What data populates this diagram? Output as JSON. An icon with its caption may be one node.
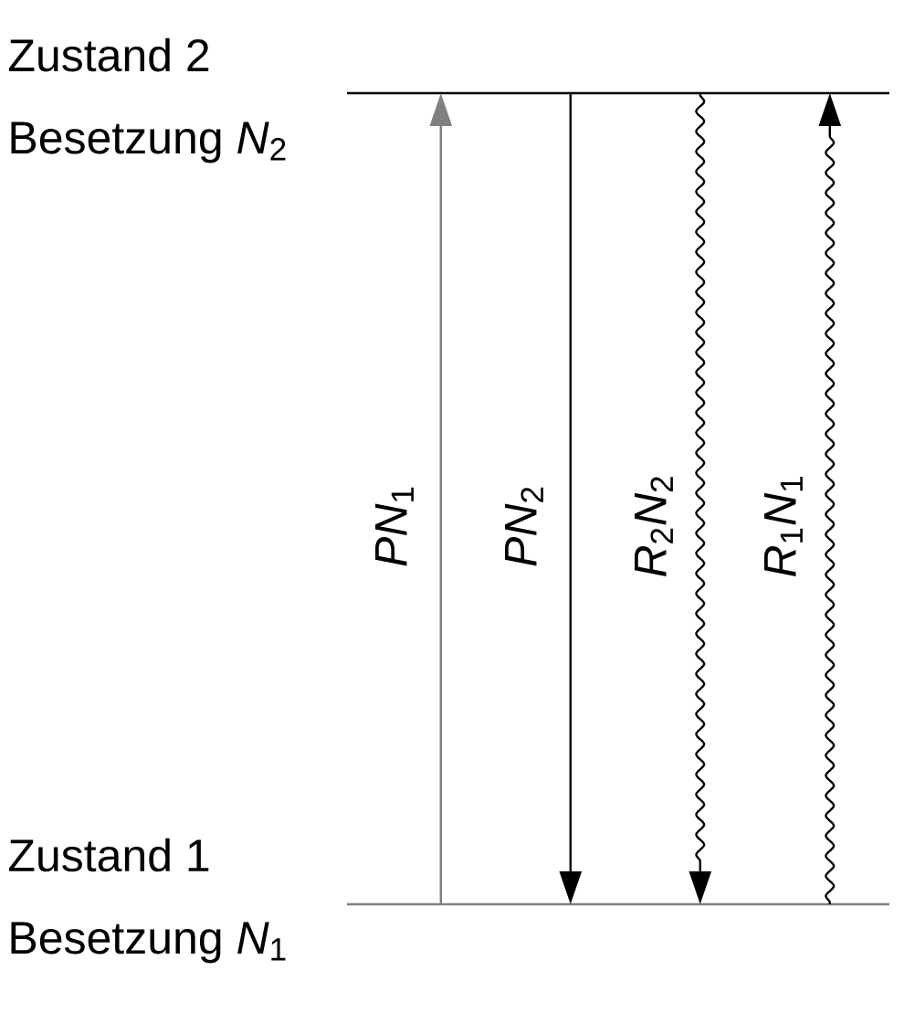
{
  "diagram": {
    "nodes": [
      {
        "text": [
          "Zustand 2",
          "Besetzung *N*$_{2}$"
        ]
      },
      {
        "text": [
          "Zustand 1",
          "Besetzung *N*$_{1}$"
        ]
      }
    ],
    "edges": [
      {
        "from": 1,
        "to": 0,
        "arrow": "to",
        "label": "*PN*$_{1}$",
        "color": "#808080"
      },
      {
        "from": 0,
        "to": 1,
        "arrow": "to",
        "label": "*PN*$_{2}$"
      },
      {
        "from": 0,
        "to": 1,
        "arrow": "to",
        "label": "*R*$_{2}$*N*$_{2}$"
      },
      {
        "from": 1,
        "to": 0,
        "arrow": "to",
        "label": "*R*$_{1}$*N*$_{1}$"
      }
    ]
  }
}
